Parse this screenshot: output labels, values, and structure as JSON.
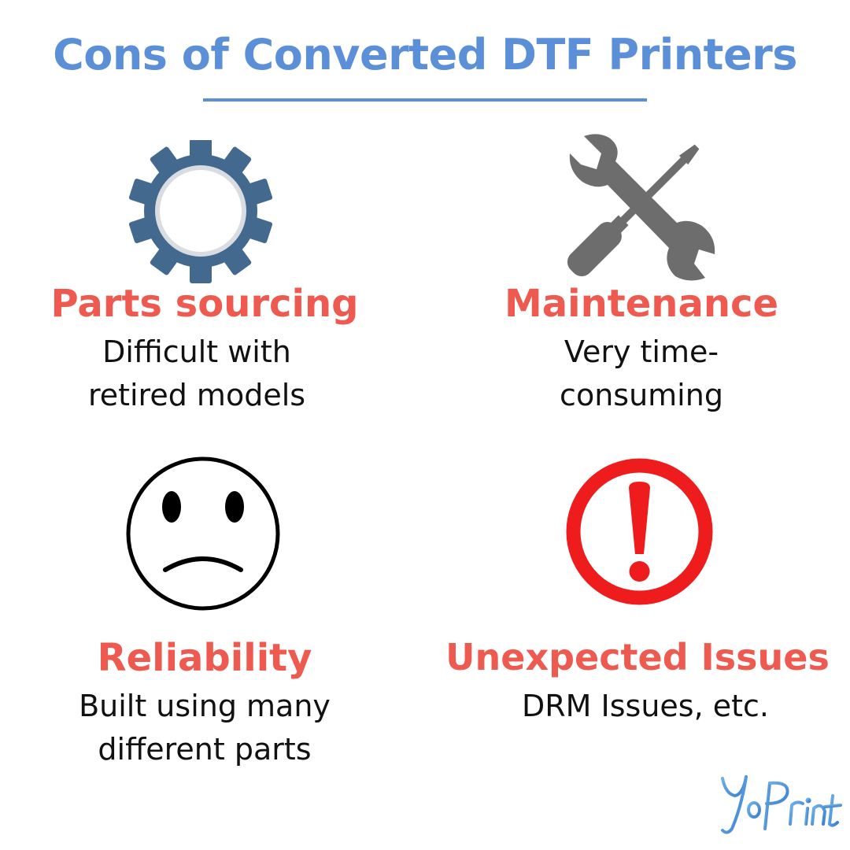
{
  "title": "Cons of Converted DTF Printers",
  "items": [
    {
      "heading": "Parts sourcing",
      "lines": [
        "Difficult with",
        "retired models"
      ],
      "icon": "gear-icon"
    },
    {
      "heading": "Maintenance",
      "lines": [
        "Very time-",
        "consuming"
      ],
      "icon": "wrench-screwdriver-icon"
    },
    {
      "heading": "Reliability",
      "lines": [
        "Built using many",
        "different parts"
      ],
      "icon": "sad-face-icon"
    },
    {
      "heading": "Unexpected Issues",
      "lines": [
        "DRM Issues, etc."
      ],
      "icon": "exclamation-icon"
    }
  ],
  "logo": "YoPrint",
  "colors": {
    "title": "#5b8fd8",
    "heading": "#ef5a50",
    "text": "#111111",
    "gear": "#44698f",
    "tools": "#6d6d6d",
    "warning": "#ee1c1c"
  }
}
